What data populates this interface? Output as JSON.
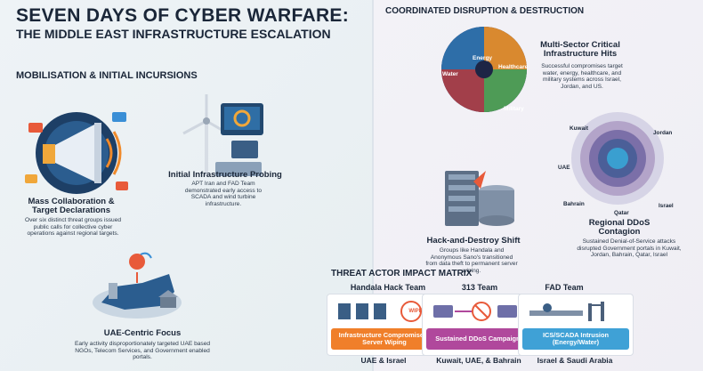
{
  "header": {
    "title_line1": "SEVEN DAYS OF CYBER WARFARE:",
    "title_line2": "THE MIDDLE EAST INFRASTRUCTURE ESCALATION"
  },
  "left_section": {
    "heading": "MOBILISATION & INITIAL INCURSIONS",
    "mass": {
      "title": "Mass Collaboration & Target Declarations",
      "desc": "Over six distinct threat groups issued public calls for collective cyber operations against regional targets."
    },
    "probing": {
      "title": "Initial Infrastructure Probing",
      "desc": "APT Iran and FAD Team demonstrated early access to SCADA and wind turbine infrastructure."
    },
    "uae": {
      "title": "UAE-Centric Focus",
      "desc": "Early activity disproportionately targeted UAE based NGOs, Telecom Services, and Government enabled portals."
    }
  },
  "right_section": {
    "heading": "COORDINATED DISRUPTION & DESTRUCTION",
    "multisector": {
      "title": "Multi-Sector Critical Infrastructure Hits",
      "desc": "Successful compromises target water, energy, healthcare, and military systems across Israel, Jordan, and US.",
      "sectors": [
        "Water",
        "Energy",
        "Healthcare",
        "Military"
      ]
    },
    "ddos": {
      "title": "Regional DDoS Contagion",
      "desc": "Sustained Denial-of-Service attacks disrupted Government portals in Kuwait, Jordan, Bahrain, Qatar, Israel",
      "countries": [
        "Kuwait",
        "Jordan",
        "UAE",
        "Bahrain",
        "Qatar",
        "Israel"
      ]
    },
    "hackdestroy": {
      "title": "Hack-and-Destroy Shift",
      "desc": "Groups like Handala and Anonymous Sano's transitioned from data theft to permanent server wiping."
    }
  },
  "matrix": {
    "heading": "THREAT ACTOR IMPACT MATRIX",
    "columns": [
      {
        "team": "Handala Hack Team",
        "impact": "Infrastructure Compromise & Server Wiping",
        "targets": "UAE & Israel",
        "color": "#f07f2a",
        "icon_text": "WIPE"
      },
      {
        "team": "313 Team",
        "impact": "Sustained DDoS Campaigns",
        "targets": "Kuwait, UAE, & Bahrain",
        "color": "#b0489c",
        "icon_text": ""
      },
      {
        "team": "FAD Team",
        "impact": "ICS/SCADA Intrusion (Energy/Water)",
        "targets": "Israel & Saudi Arabia",
        "color": "#3fa1d6",
        "icon_text": ""
      }
    ]
  }
}
